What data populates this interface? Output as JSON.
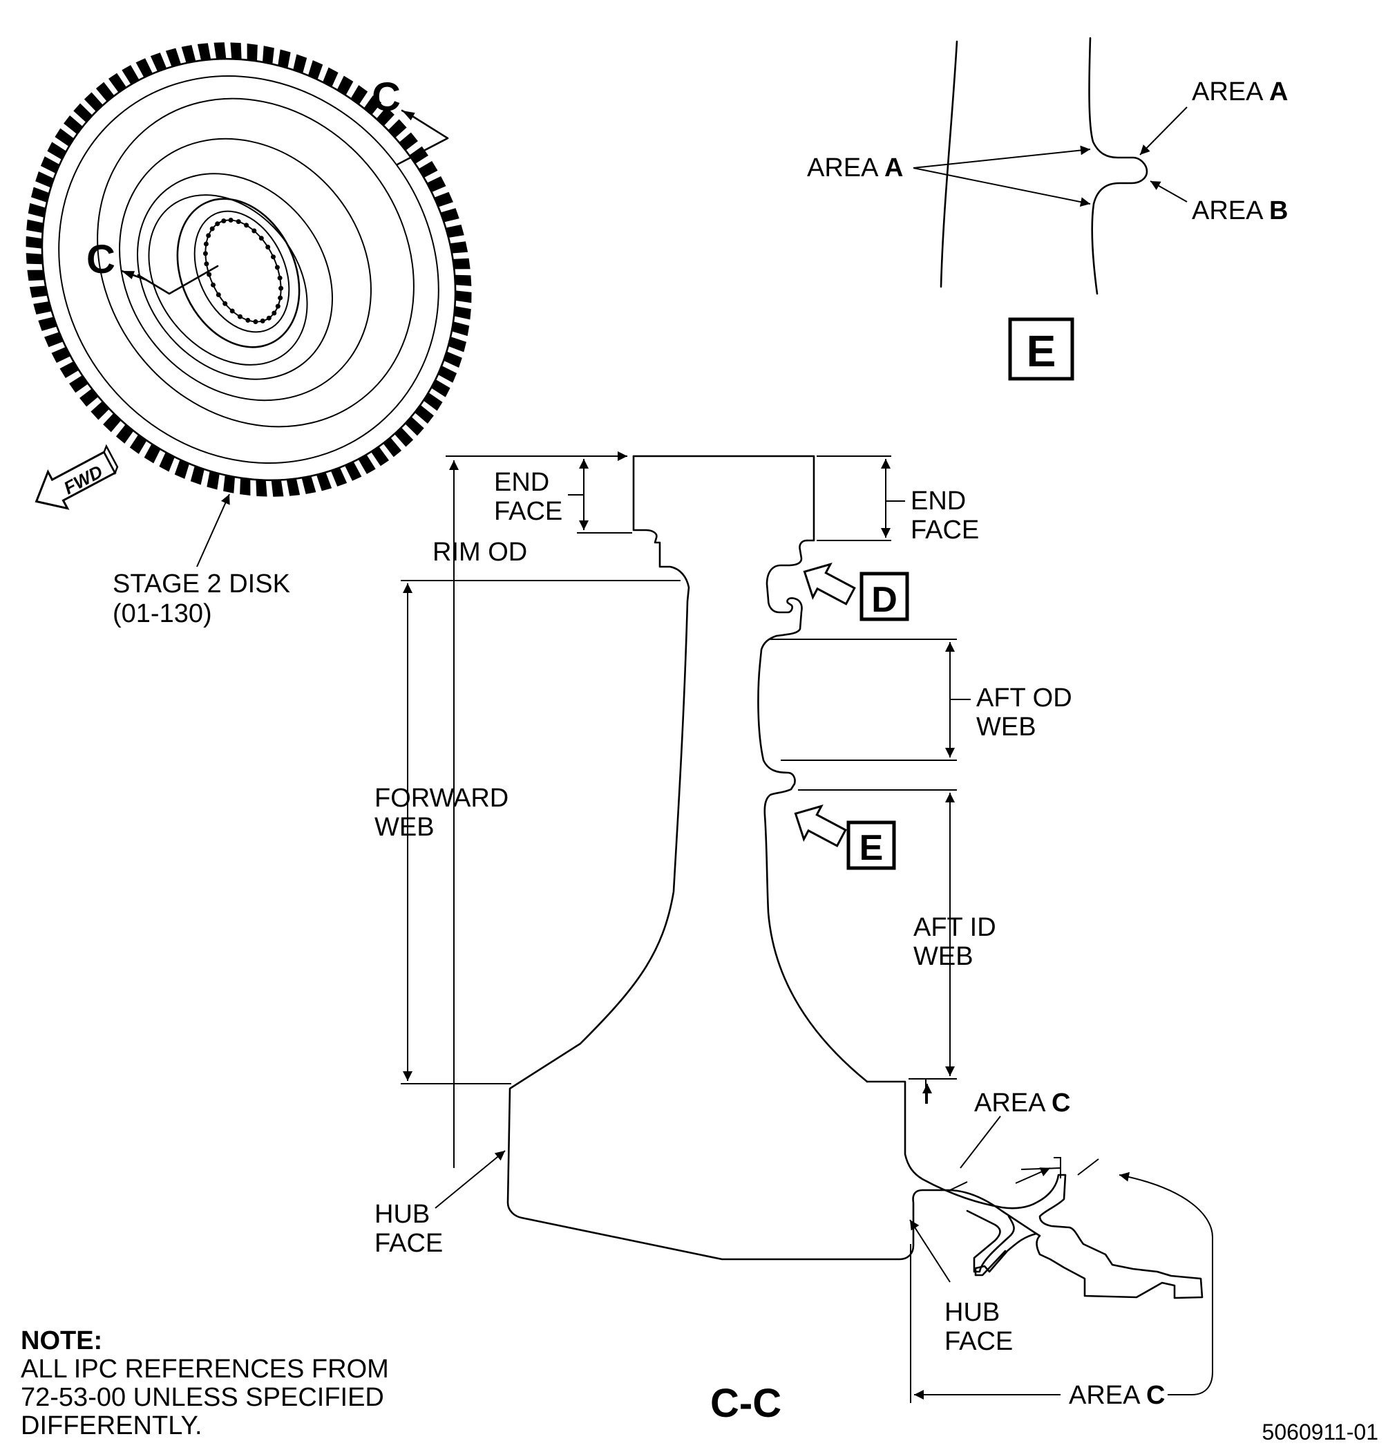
{
  "isometric": {
    "section_cut_label": "C",
    "fwd_arrow_label": "FWD",
    "part_label_line1": "STAGE 2 DISK",
    "part_label_line2": "(01-130)"
  },
  "detail_e": {
    "title": "E",
    "area_prefix": "AREA",
    "left_callout_letter": "A",
    "top_callout_letter": "A",
    "bottom_callout_letter": "B"
  },
  "section": {
    "title": "C-C",
    "end_face": [
      "END",
      "FACE"
    ],
    "rim_od": "RIM OD",
    "forward_web": [
      "FORWARD",
      "WEB"
    ],
    "aft_od_web": [
      "AFT OD",
      "WEB"
    ],
    "aft_id_web": [
      "AFT ID",
      "WEB"
    ],
    "hub_face": [
      "HUB",
      "FACE"
    ],
    "area_prefix": "AREA",
    "area_c_letter": "C",
    "view_d": "D",
    "view_e": "E"
  },
  "note": {
    "heading": "NOTE:",
    "lines": [
      "ALL IPC REFERENCES FROM",
      "72-53-00 UNLESS SPECIFIED",
      "DIFFERENTLY."
    ]
  },
  "figure_id": "5060911-01"
}
